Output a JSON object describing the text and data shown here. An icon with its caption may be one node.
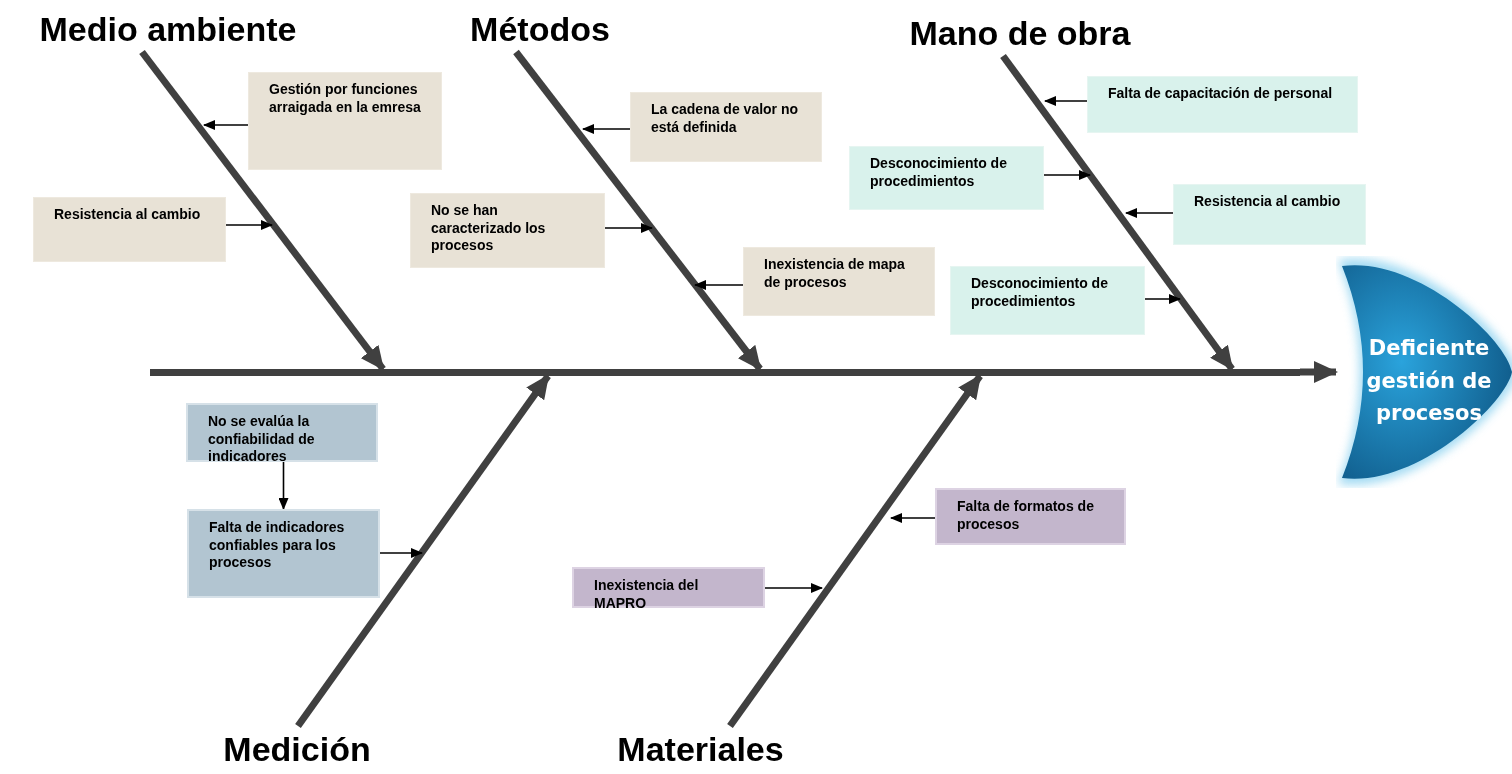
{
  "diagram": {
    "nodes": [
      {
        "text": [
          "Medio ambiente"
        ]
      },
      {
        "text": [
          "Métodos"
        ]
      },
      {
        "text": [
          "Mano de obra"
        ]
      },
      {
        "text": [
          "Gestión por funciones arraigada en la emresa"
        ]
      },
      {
        "text": [
          "La cadena de valor no está definida"
        ]
      },
      {
        "text": [
          "Falta de capacitación de personal"
        ]
      },
      {
        "text": [
          "Desconocimiento de procedimientos"
        ]
      },
      {
        "text": [
          "Resistencia al cambio"
        ]
      },
      {
        "text": [
          "No se han caracterizado los procesos"
        ]
      },
      {
        "text": [
          "Resistencia al cambio"
        ]
      },
      {
        "text": [
          "Inexistencia de mapa de procesos"
        ]
      },
      {
        "text": [
          "Desconocimiento de procedimientos"
        ]
      },
      {
        "text": [
          "Deficiente gestión de procesos"
        ]
      },
      {
        "text": [
          "No se evalúa la confiabilidad de indicadores"
        ]
      },
      {
        "text": [
          "Falta de indicadores confiables para los procesos"
        ]
      },
      {
        "text": [
          "Falta de formatos de procesos"
        ]
      },
      {
        "text": [
          "Inexistencia del MAPRO"
        ]
      },
      {
        "text": [
          "Medición"
        ]
      },
      {
        "text": [
          "Materiales"
        ]
      },
      {
        "text": [],
        "shape": "bar"
      }
    ],
    "edges": [
      {
        "from": 0,
        "to": 19,
        "arrow": "to",
        "style": "thick"
      },
      {
        "from": 1,
        "to": 19,
        "arrow": "to",
        "style": "thick"
      },
      {
        "from": 2,
        "to": 19,
        "arrow": "to",
        "style": "thick"
      },
      {
        "from": 17,
        "to": 19,
        "arrow": "to",
        "style": "thick"
      },
      {
        "from": 18,
        "to": 19,
        "arrow": "to",
        "style": "thick"
      },
      {
        "from": 19,
        "to": 12,
        "arrow": "to",
        "style": "thick"
      },
      {
        "from": 3,
        "to": null,
        "arrow": "to"
      },
      {
        "from": 7,
        "to": null,
        "arrow": "to"
      },
      {
        "from": 4,
        "to": null,
        "arrow": "to"
      },
      {
        "from": 8,
        "to": null,
        "arrow": "to"
      },
      {
        "from": 10,
        "to": null,
        "arrow": "to"
      },
      {
        "from": 5,
        "to": null,
        "arrow": "to"
      },
      {
        "from": 6,
        "to": null,
        "arrow": "to"
      },
      {
        "from": 9,
        "to": null,
        "arrow": "to"
      },
      {
        "from": 11,
        "to": null,
        "arrow": "to"
      },
      {
        "from": 13,
        "to": 14,
        "arrow": "to"
      },
      {
        "from": 14,
        "to": null,
        "arrow": "to"
      },
      {
        "from": 15,
        "to": null,
        "arrow": "to"
      },
      {
        "from": 16,
        "to": null,
        "arrow": "to"
      }
    ]
  }
}
